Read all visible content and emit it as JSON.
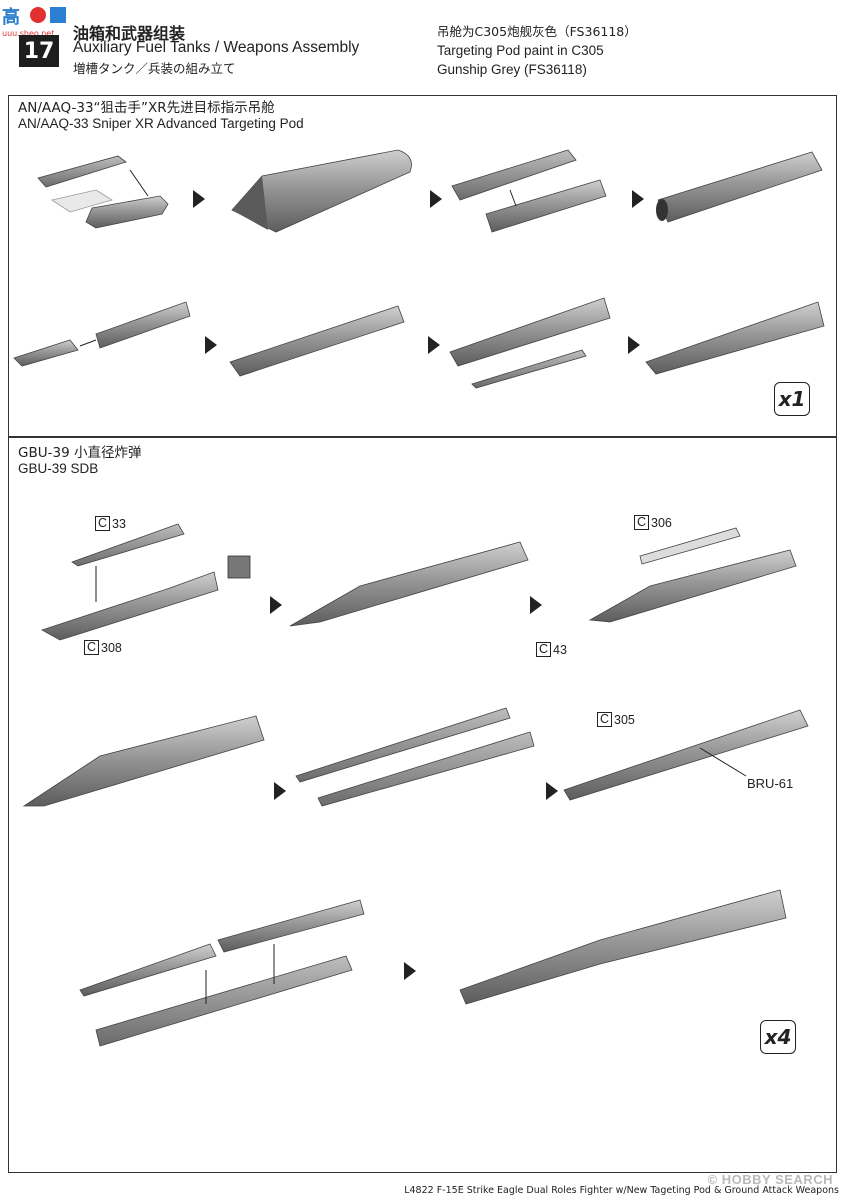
{
  "header": {
    "step_number": "17",
    "title_zh": "油箱和武器组装",
    "title_en": "Auxiliary Fuel Tanks / Weapons Assembly",
    "title_jp": "増槽タンク／兵装の組み立て",
    "logo_text": "高",
    "logo_url_text": "uuu.sheo.net"
  },
  "paint_note": {
    "line1": "吊舱为C305炮舰灰色（FS36118）",
    "line2": "Targeting Pod paint in C305",
    "line3": "Gunship Grey (FS36118)"
  },
  "section1": {
    "title_zh": "AN/AAQ-33“狙击手”XR先进目标指示吊舱",
    "title_en": "AN/AAQ-33 Sniper XR Advanced Targeting Pod",
    "multiplier": "x1"
  },
  "section2": {
    "title_zh": "GBU-39 小直径炸弹",
    "title_en": "GBU-39 SDB",
    "multiplier": "x4",
    "parts": {
      "c33": {
        "prefix": "C",
        "num": "33"
      },
      "c308": {
        "prefix": "C",
        "num": "308"
      },
      "c306": {
        "prefix": "C",
        "num": "306"
      },
      "c43": {
        "prefix": "C",
        "num": "43"
      },
      "c305": {
        "prefix": "C",
        "num": "305"
      }
    },
    "bru_label": "BRU-61"
  },
  "footer": {
    "text": "L4822  F-15E Strike Eagle Dual Roles Fighter w/New Tageting Pod & Ground Attack Weapons",
    "watermark": "© HOBBY SEARCH"
  },
  "colors": {
    "part_grey": "#8f8f8f",
    "part_dark": "#5a5a5a",
    "part_light": "#c4c4c4",
    "ink": "#222222"
  },
  "icons": {
    "step_arrow": "right-arrow-icon"
  }
}
